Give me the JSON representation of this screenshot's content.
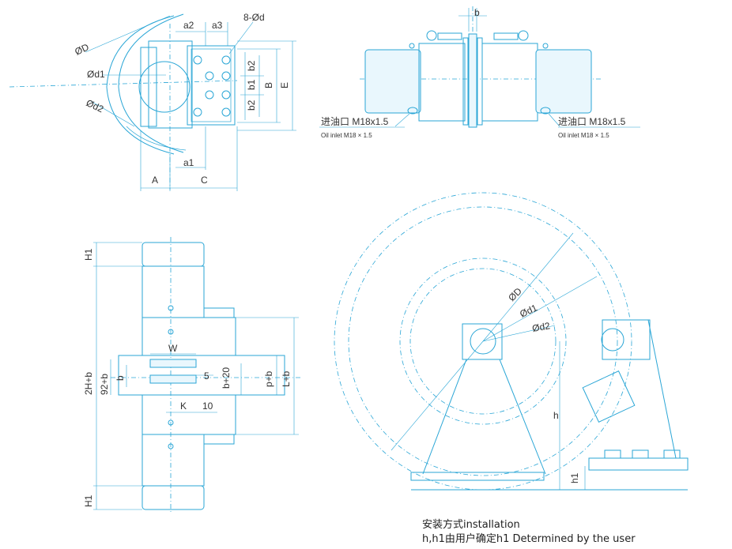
{
  "top_left_view": {
    "labels": {
      "dia_D": "ØD",
      "dia_d1": "Ød1",
      "dia_d2": "Ød2",
      "a2": "a2",
      "a3": "a3",
      "bolts": "8-Ød",
      "b2_top": "b2",
      "b1": "b1",
      "B": "B",
      "E": "E",
      "b2_bottom": "b2",
      "a1": "a1",
      "A": "A",
      "C": "C"
    }
  },
  "top_right_view": {
    "labels": {
      "b": "b",
      "oil_inlet_left_cn": "进油口 M18x1.5",
      "oil_inlet_left_en": "Oil inlet M18 × 1.5",
      "oil_inlet_right_cn": "进油口 M18x1.5",
      "oil_inlet_right_en": "Oil inlet M18 × 1.5"
    }
  },
  "bottom_left_view": {
    "labels": {
      "H1_top": "H1",
      "two_H_b": "2H+b",
      "H1_bottom": "H1",
      "W": "W",
      "dim_92b": "92+b",
      "dim_b": "b",
      "dim_5": "5",
      "b_20": "b+20",
      "p_b": "p+b",
      "L_b": "L+b",
      "K": "K",
      "dim_10": "10"
    }
  },
  "bottom_right_view": {
    "labels": {
      "dia_D": "ØD",
      "dia_d1": "Ød1",
      "dia_d2": "Ød2",
      "h": "h",
      "h1": "h1"
    }
  },
  "notes": {
    "installation": "安装方式installation",
    "determined": "h,h1由用户确定h1 Determined by the user"
  }
}
